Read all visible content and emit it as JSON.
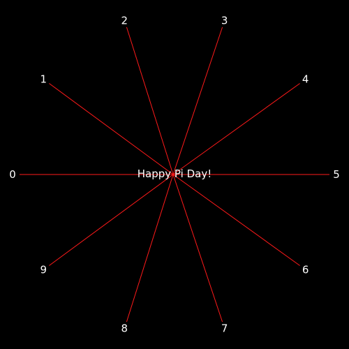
{
  "colors": {
    "background": "#000000",
    "ray": "#ff1a1a",
    "text": "#ffffff"
  },
  "center_text": "Happy Pi Day!",
  "digits": [
    "0",
    "1",
    "2",
    "3",
    "4",
    "5",
    "6",
    "7",
    "8",
    "9"
  ]
}
